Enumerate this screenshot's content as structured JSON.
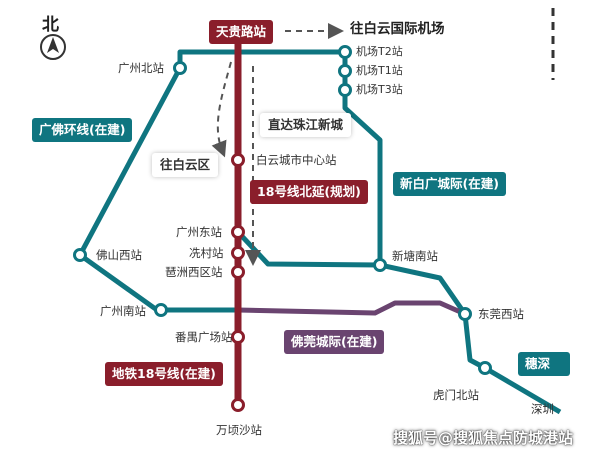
{
  "compass": {
    "label": "北"
  },
  "stations": {
    "tiangui": "天贵路站",
    "guangzhou_north": "广州北站",
    "airport_t2": "机场T2站",
    "airport_t1": "机场T1站",
    "airport_t3": "机场T3站",
    "baiyun_city_center": "白云城市中心站",
    "guangzhou_east": "广州东站",
    "xiancun": "冼村站",
    "pazhou_west": "琶洲西区站",
    "foshan_west": "佛山西站",
    "guangzhou_south": "广州南站",
    "panyu_square": "番禺广场站",
    "wanqingsha": "万顷沙站",
    "xintang_south": "新塘南站",
    "dongguan_west": "东莞西站",
    "humen_north": "虎门北站",
    "shenzhen_partial": "深圳"
  },
  "labels": {
    "to_airport": "往白云国际机场",
    "direct_zhujiang": "直达珠江新城",
    "to_baiyun": "往白云区",
    "line18_north": "18号线北延(规划)",
    "guangfo_ring": "广佛环线(在建)",
    "xinbai": "新白广城际(在建)",
    "foguan": "佛莞城际(在建)",
    "metro18": "地铁18号线(在建)",
    "suishen": "穗深"
  },
  "watermark": "搜狐号@搜狐焦点防城港站",
  "colors": {
    "teal": "#0f7580",
    "red": "#8a1e2b",
    "purple": "#6a4470",
    "gray": "#555555"
  }
}
